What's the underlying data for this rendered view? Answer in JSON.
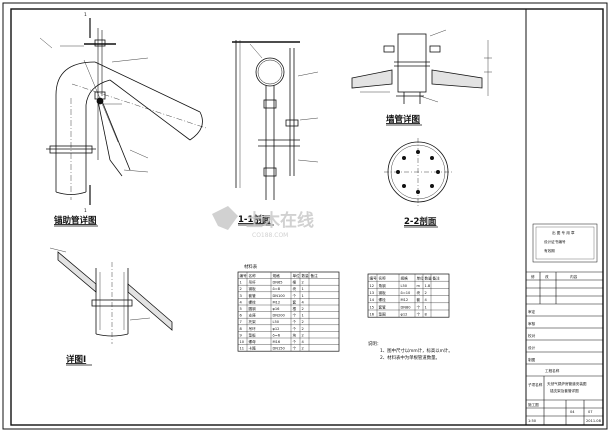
{
  "views": {
    "elbow_detail": "锚助管详图",
    "section_1_1": "1-1剖面",
    "wall_pipe_detail": "墙管详图",
    "section_2_2": "2-2剖面",
    "detail_1": "详图Ⅰ",
    "label_1": "1",
    "label_2": "2"
  },
  "material_table": {
    "title": "材料表",
    "header": [
      "编号",
      "名称",
      "规格",
      "单位",
      "数量",
      "备注"
    ],
    "rows": [
      [
        "1",
        "吊杆",
        "DN65",
        "根",
        "2",
        ""
      ],
      [
        "2",
        "钢板",
        "δ=8",
        "块",
        "1",
        ""
      ],
      [
        "3",
        "套管",
        "DN100",
        "个",
        "1",
        ""
      ],
      [
        "4",
        "螺栓",
        "M12",
        "套",
        "4",
        ""
      ],
      [
        "5",
        "圆钢",
        "φ16",
        "根",
        "2",
        ""
      ],
      [
        "6",
        "支座",
        "DN200",
        "个",
        "1",
        ""
      ],
      [
        "7",
        "托架",
        "L50",
        "个",
        "2",
        ""
      ],
      [
        "8",
        "吊环",
        "φ12",
        "个",
        "2",
        ""
      ],
      [
        "9",
        "垫板",
        "δ=6",
        "块",
        "2",
        ""
      ],
      [
        "10",
        "螺母",
        "M16",
        "个",
        "4",
        ""
      ],
      [
        "11",
        "卡箍",
        "DN150",
        "个",
        "2",
        ""
      ]
    ]
  },
  "table_b": {
    "header": [
      "编号",
      "名称",
      "规格",
      "单位",
      "数量",
      "备注"
    ],
    "rows": [
      [
        "12",
        "角钢",
        "L50",
        "m",
        "1.8",
        ""
      ],
      [
        "13",
        "钢板",
        "δ=10",
        "块",
        "2",
        ""
      ],
      [
        "14",
        "螺栓",
        "M12",
        "套",
        "4",
        ""
      ],
      [
        "15",
        "套管",
        "DN80",
        "个",
        "1",
        ""
      ],
      [
        "16",
        "垫圈",
        "φ12",
        "个",
        "8",
        ""
      ]
    ]
  },
  "notes": {
    "title": "说明：",
    "lines": [
      "1、图中尺寸以mm计，标高以m计。",
      "2、材料表中为单根管道数量。"
    ]
  },
  "title_block": {
    "stamp_lines": [
      "出 图 专 用 章",
      "设计证书编号",
      "有效期"
    ],
    "rev_header": [
      "修",
      "改",
      "内容"
    ],
    "left_labels": [
      "审定",
      "审核",
      "校对",
      "设计",
      "制图",
      "工程名称",
      "子项名称",
      "图名"
    ],
    "project_label": "工程名称",
    "drawing_title_1": "天然气锅炉房管道安装图",
    "drawing_title_2": "锚支架及套管详图",
    "sheet_label": "施工图",
    "scale": "1:50",
    "drawing_no": "04",
    "sheet_no": "07",
    "date": "2011.08"
  },
  "watermark": {
    "text": "土木在线",
    "subtext": "CO188.COM"
  },
  "colors": {
    "line": "#111111",
    "watermark": "#c9c9c9"
  }
}
